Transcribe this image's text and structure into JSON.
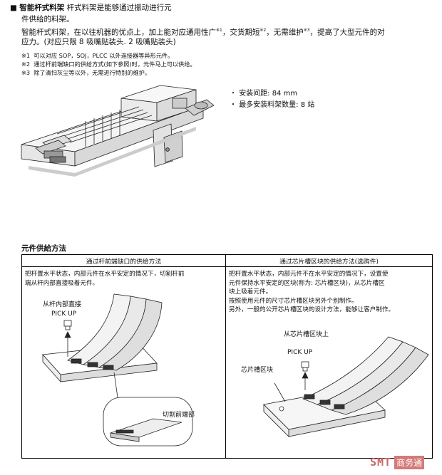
{
  "section1": {
    "bullet_char": "■",
    "heading": "智能杆式料架",
    "intro_line1": "杆式料架是能够通过振动进行元",
    "intro_line2": "件供给的料架。",
    "body_part1": "智能杆式料架，在以往机器的优点上，加上能对应通用性广",
    "sup1": "※1",
    "body_part2": "，交货期短",
    "sup2": "※2",
    "body_part3": "，无需维护",
    "sup3": "※3",
    "body_part4": "，提高了大型元件的对",
    "body_line2": "应力。(对应只限 8 吸嘴贴装头. 2 吸嘴贴装头)",
    "notes": [
      {
        "mark": "※1",
        "text": "可以对应 SOP，SOJ，PLCC 以外连接器等异形元件。"
      },
      {
        "mark": "※2",
        "text": "通过杆前端缺口的供给方式(如下参照)时，元件马上可以供给。"
      },
      {
        "mark": "※3",
        "text": "除了清扫灰尘等以外，无需进行特别的维护。"
      }
    ],
    "specs": [
      {
        "dot": "・",
        "text": "安装间距: 84 mm"
      },
      {
        "dot": "・",
        "text": "最多安装料架数量: 8 站"
      }
    ]
  },
  "section2": {
    "heading": "元件供給方法",
    "columns": [
      {
        "header": "通过杆前端缺口的供给方法",
        "text_lines": [
          "把杆置水平状态，内部元件在水平安定的情况下，切割杆前",
          "端从杆内部直接吸着元件。"
        ],
        "label_a1": "从杆内部直接",
        "label_a2": "PICK UP",
        "label_b": "切割前端部"
      },
      {
        "header": "通过芯片槽区块的供给方法(选购件)",
        "text_lines": [
          "把杆置水平状态，内部元件不在水平安定的情况下，设置使",
          "元件保持水平安定的区块(称为: 芯片槽区块)，从芯片槽区",
          "块上吸着元件。",
          "按照使用元件的尺寸芯片槽区块另外个别制作。",
          "另外，一般的公开芯片槽区块的设计方法，能够让客户制作。"
        ],
        "label_a": "从芯片槽区块上",
        "label_b": "PICK UP",
        "label_c": "芯片槽区块"
      }
    ]
  },
  "watermark": {
    "latin": "SMT",
    "cn": "商务通"
  }
}
